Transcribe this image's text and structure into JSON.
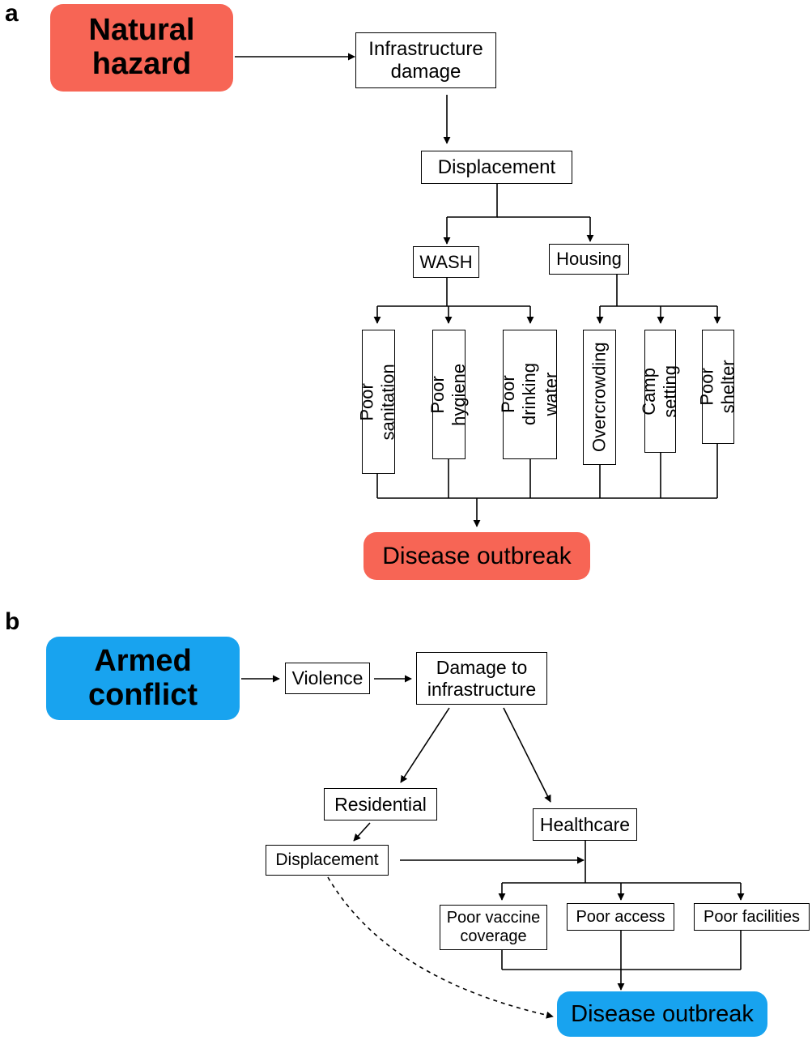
{
  "panel_a": {
    "label": "a",
    "hazard": "Natural\nhazard",
    "hazard_color": "#F76555",
    "infrastructure_damage": "Infrastructure\ndamage",
    "displacement": "Displacement",
    "wash": "WASH",
    "housing": "Housing",
    "poor_sanitation": "Poor sanitation",
    "poor_hygiene": "Poor hygiene",
    "poor_drinking_water": "Poor drinking\nwater",
    "overcrowding": "Overcrowding",
    "camp_setting": "Camp setting",
    "poor_shelter": "Poor shelter",
    "disease_outbreak": "Disease outbreak"
  },
  "panel_b": {
    "label": "b",
    "hazard": "Armed\nconflict",
    "hazard_color": "#18A3EF",
    "violence": "Violence",
    "damage_to_infrastructure": "Damage to\ninfrastructure",
    "residential": "Residential",
    "healthcare": "Healthcare",
    "displacement": "Displacement",
    "poor_vaccine_coverage": "Poor vaccine\ncoverage",
    "poor_access": "Poor access",
    "poor_facilities": "Poor facilities",
    "disease_outbreak": "Disease outbreak"
  }
}
